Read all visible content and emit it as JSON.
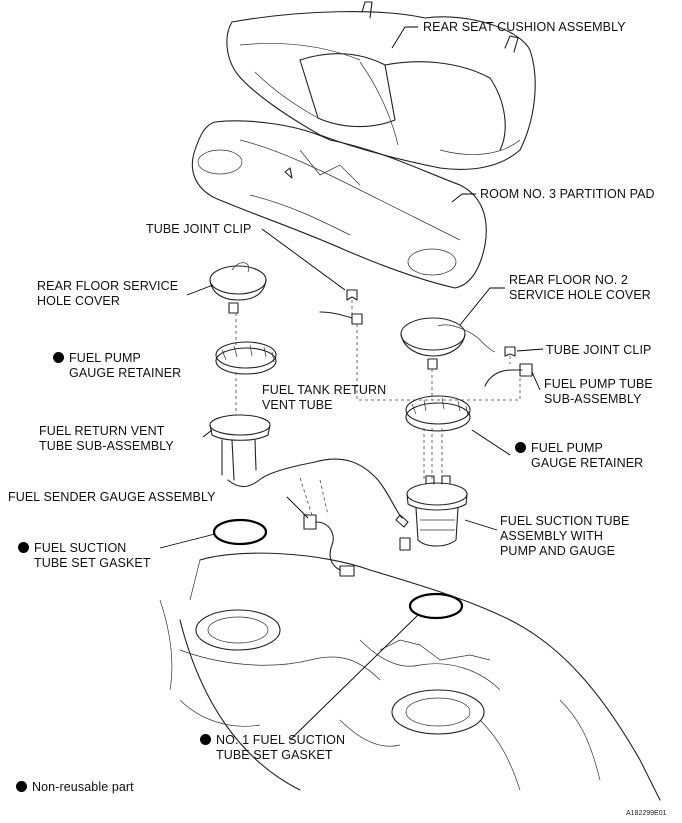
{
  "labels": {
    "rear_seat_cushion": "REAR SEAT CUSHION ASSEMBLY",
    "room_partition_pad": "ROOM NO. 3 PARTITION PAD",
    "tube_joint_clip_1": "TUBE JOINT CLIP",
    "rear_floor_service_hole_cover_l1": "REAR FLOOR SERVICE",
    "rear_floor_service_hole_cover_l2": "HOLE COVER",
    "rear_floor_no2_cover_l1": "REAR FLOOR NO. 2",
    "rear_floor_no2_cover_l2": "SERVICE HOLE COVER",
    "fuel_pump_gauge_retainer_1_l1": "FUEL PUMP",
    "fuel_pump_gauge_retainer_1_l2": "GAUGE RETAINER",
    "tube_joint_clip_2": "TUBE JOINT CLIP",
    "fuel_tank_return_vent_tube_l1": "FUEL TANK RETURN",
    "fuel_tank_return_vent_tube_l2": "VENT TUBE",
    "fuel_pump_tube_sub_l1": "FUEL PUMP TUBE",
    "fuel_pump_tube_sub_l2": "SUB-ASSEMBLY",
    "fuel_return_vent_tube_sub_l1": "FUEL RETURN VENT",
    "fuel_return_vent_tube_sub_l2": "TUBE SUB-ASSEMBLY",
    "fuel_pump_gauge_retainer_2_l1": "FUEL PUMP",
    "fuel_pump_gauge_retainer_2_l2": "GAUGE RETAINER",
    "fuel_sender_gauge": "FUEL SENDER GAUGE ASSEMBLY",
    "fuel_suction_tube_l1": "FUEL SUCTION TUBE",
    "fuel_suction_tube_l2": "ASSEMBLY WITH",
    "fuel_suction_tube_l3": "PUMP AND GAUGE",
    "fuel_suction_gasket_l1": "FUEL SUCTION",
    "fuel_suction_gasket_l2": "TUBE SET GASKET",
    "no1_fuel_suction_gasket_l1": "NO. 1 FUEL SUCTION",
    "no1_fuel_suction_gasket_l2": "TUBE SET GASKET"
  },
  "legend": {
    "text": "Non-reusable part",
    "symbol": "filled-circle"
  },
  "reference_code": "A182299E01"
}
